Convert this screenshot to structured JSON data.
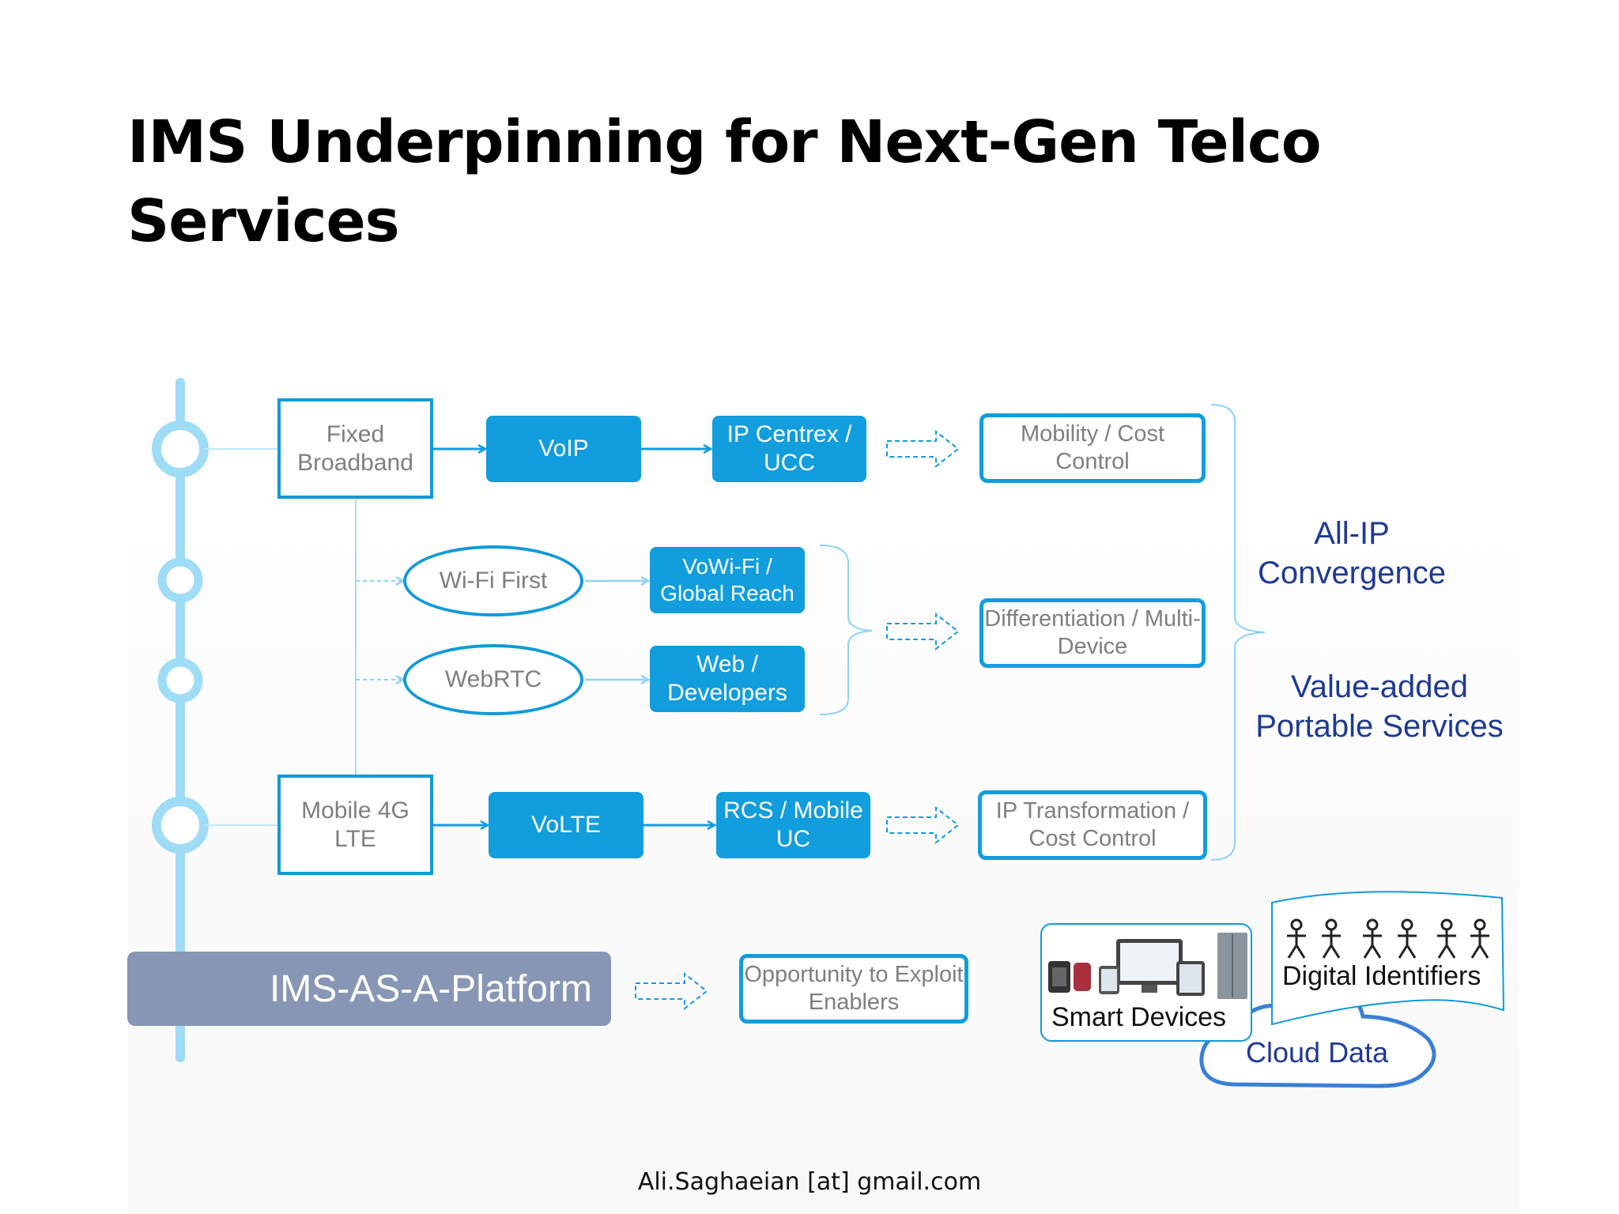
{
  "title": "IMS Underpinning for Next-Gen Telco Services",
  "nodes": {
    "fixed_broadband": "Fixed Broadband",
    "mobile_lte": "Mobile 4G LTE",
    "wifi_first": "Wi-Fi First",
    "webrtc": "WebRTC",
    "voip": "VoIP",
    "volte": "VoLTE",
    "ip_centrex": "IP Centrex / UCC",
    "vowifi": "VoWi-Fi / Global Reach",
    "web_dev": "Web / Developers",
    "rcs": "RCS / Mobile UC",
    "mobility": "Mobility / Cost Control",
    "differentiation": "Differentiation / Multi-Device",
    "ip_transformation": "IP Transformation / Cost Control",
    "platform": "IMS-AS-A-Platform",
    "opportunity": "Opportunity to Exploit Enablers"
  },
  "labels": {
    "all_ip": "All-IP Convergence",
    "value_added": "Value-added Portable Services",
    "smart_devices": "Smart Devices",
    "digital_identifiers": "Digital Identifiers",
    "cloud_data": "Cloud Data"
  },
  "footer": "Ali.Saghaeian [at] gmail.com",
  "colors": {
    "accent": "#129ddd",
    "timeline": "#9fdcf6",
    "heading_blue": "#1f3a93",
    "platform_bar": "#8796b4",
    "muted_text": "#7f7f7f"
  }
}
